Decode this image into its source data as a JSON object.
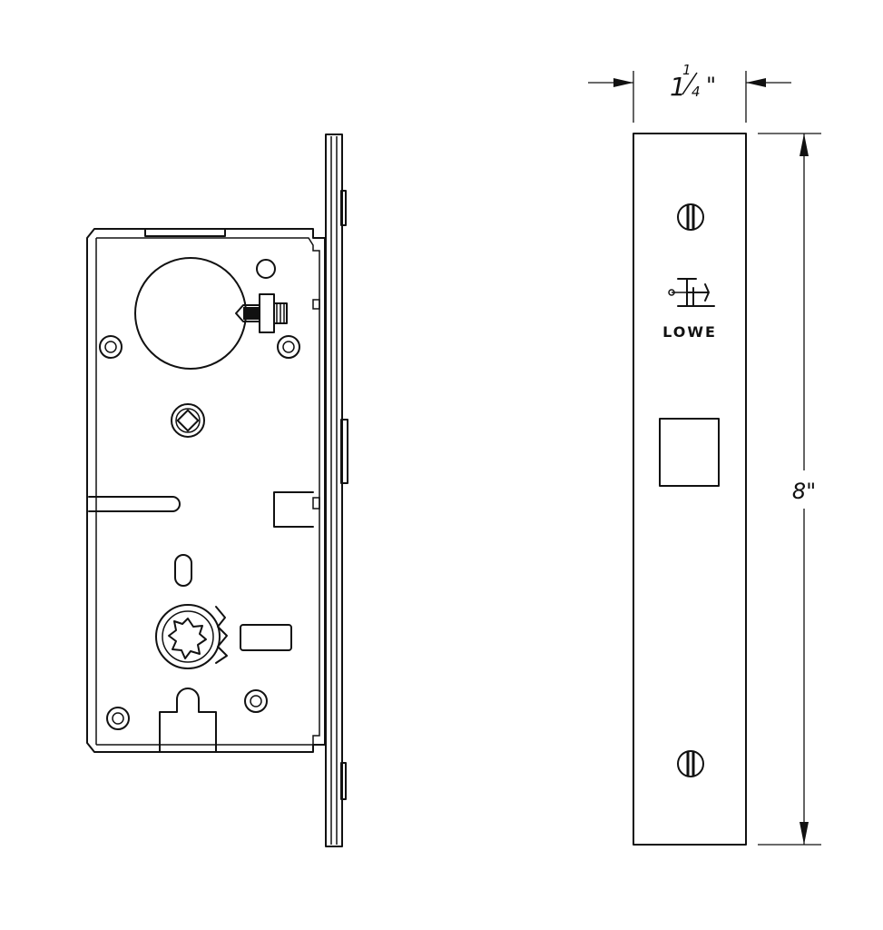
{
  "dimensions": {
    "width_whole": "1",
    "width_num": "1",
    "width_den": "4",
    "width_unit": "\"",
    "height_label": "8\""
  },
  "faceplate": {
    "brand_name": "LOWE"
  },
  "line_color": "#111111",
  "background_color": "#ffffff"
}
